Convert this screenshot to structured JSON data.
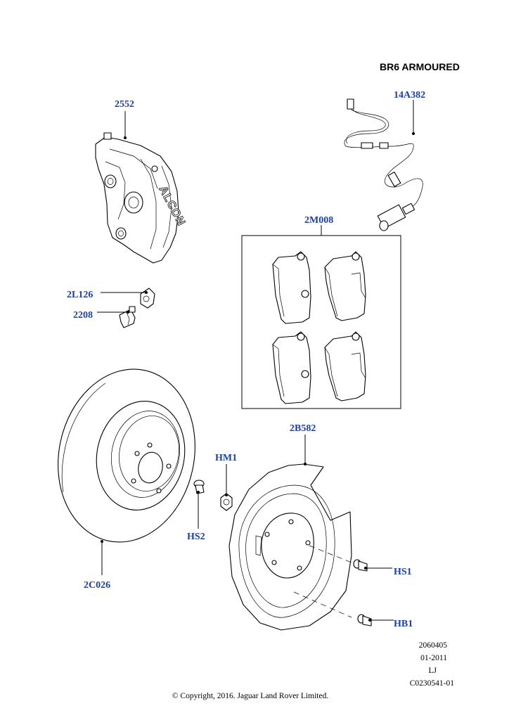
{
  "title": "BR6 ARMOURED",
  "callouts": {
    "caliper": "2552",
    "sensor": "14A382",
    "pads": "2M008",
    "cap": "2L126",
    "bleed": "2208",
    "disc": "2C026",
    "hm1": "HM1",
    "hs2": "HS2",
    "shield": "2B582",
    "hs1": "HS1",
    "hb1": "HB1"
  },
  "caliper_brand": "ALCON",
  "footer": {
    "ref": "2060405",
    "date": "01-2011",
    "initials": "LJ",
    "code": "C0230541-01",
    "copyright": "© Copyright, 2016. Jaguar Land Rover Limited."
  },
  "colors": {
    "callout": "#1a3fb0",
    "line": "#000000",
    "background": "#ffffff"
  }
}
